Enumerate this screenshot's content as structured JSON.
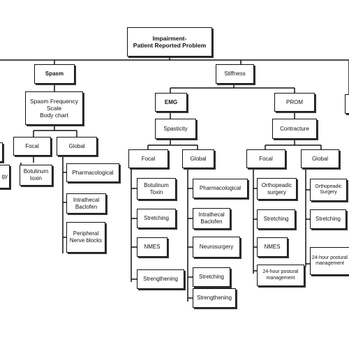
{
  "nodes": {
    "root": "Impairment-\nPatient Reported Problem",
    "spasm": "Spasm",
    "stiffness": "Stiffness",
    "spasm_scale": "Spasm Frequency\nScale\nBody chart",
    "emg": "EMG",
    "prom": "PROM",
    "spasticity": "Spasticity",
    "contracture": "Contracture",
    "spasm_focal": "Focal",
    "spasm_global": "Global",
    "spasm_left_partial": "gy",
    "spasm_botulinum": "Botulinum\ntoxin",
    "spasm_pharma": "Pharmacological",
    "spasm_baclofen": "Intrathecal\nBaclofen",
    "spasm_nerve": "Peripheral\nNerve blocks",
    "spast_focal": "Focal",
    "spast_global": "Global",
    "spast_botulinum": "Botulinum\nToxin",
    "spast_stretching": "Stretching",
    "spast_nmes": "NMES",
    "spast_strengthening": "Strengthening",
    "spast_pharma": "Pharmacological",
    "spast_baclofen": "Intrathecal\nBaclofen",
    "spast_neurosurgery": "Neurosurgery",
    "spast_g_stretching": "Stretching",
    "spast_g_strengthening": "Strengthening",
    "contr_focal": "Focal",
    "contr_global": "Global",
    "contr_ortho": "Orthopeadic\nsurgery",
    "contr_stretching": "Stretching",
    "contr_nmes": "NMES",
    "contr_24h": "24-hour postural\nmanagement",
    "contr_g_ortho": "Orthopeadic\nSurgery",
    "contr_g_stretching": "Stretching",
    "contr_g_24h": "24-hour postural\nmanagement"
  }
}
